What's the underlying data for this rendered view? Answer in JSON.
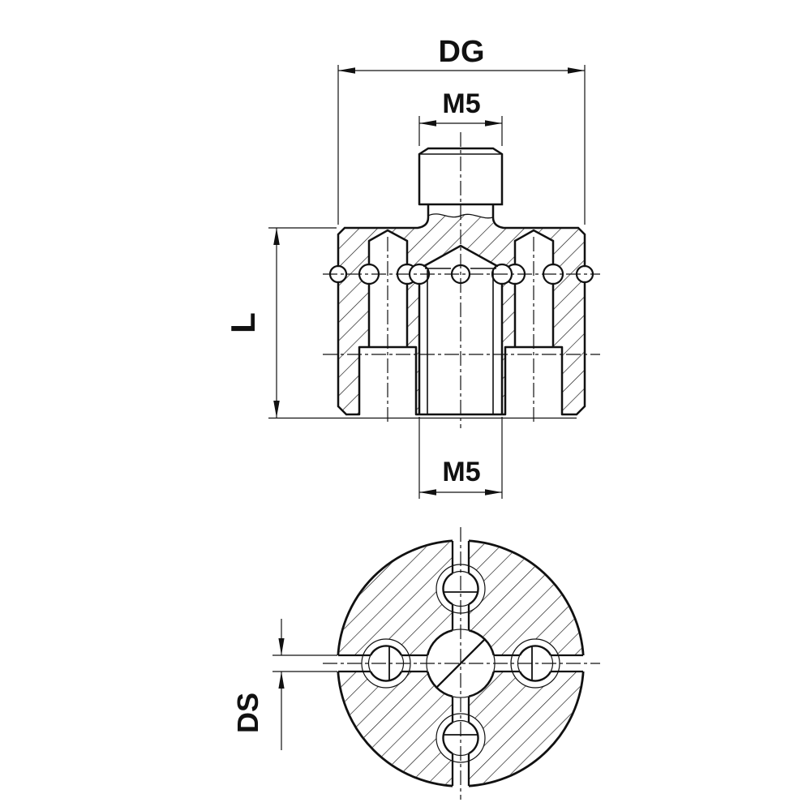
{
  "drawing": {
    "background_color": "#ffffff",
    "line_color": "#111111",
    "labels": {
      "dim_dg": "DG",
      "dim_m5_top": "M5",
      "dim_l": "L",
      "dim_m5_bottom": "M5",
      "dim_ds": "DS"
    }
  }
}
